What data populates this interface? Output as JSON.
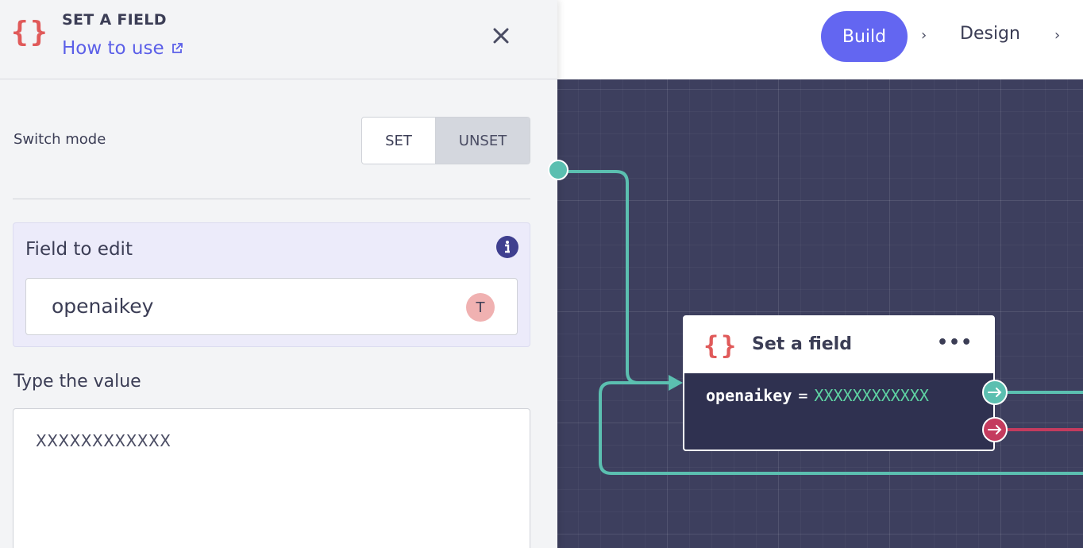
{
  "panel": {
    "title": "SET A FIELD",
    "how_to_use": "How to use",
    "switch_mode_label": "Switch mode",
    "modes": {
      "set": "SET",
      "unset": "UNSET",
      "selected": "SET"
    },
    "field_to_edit_label": "Field to edit",
    "field_value": "openaikey",
    "field_type_badge": "T",
    "type_value_label": "Type the value",
    "value_text": "XXXXXXXXXXXX"
  },
  "topbar": {
    "build_label": "Build",
    "design_label": "Design",
    "chevron": "›"
  },
  "node": {
    "title": "Set a field",
    "menu": "•••",
    "field": "openaikey",
    "equals": "=",
    "value": "XXXXXXXXXXXX"
  },
  "colors": {
    "accent": "#6366f1",
    "brace_red": "#e05a5a",
    "success": "#5bbfb0",
    "failure": "#c43b5e",
    "canvas": "#3d3f5e"
  },
  "icons": [
    "braces-icon",
    "external-link-icon",
    "close-icon",
    "info-icon",
    "arrow-right-icon"
  ]
}
